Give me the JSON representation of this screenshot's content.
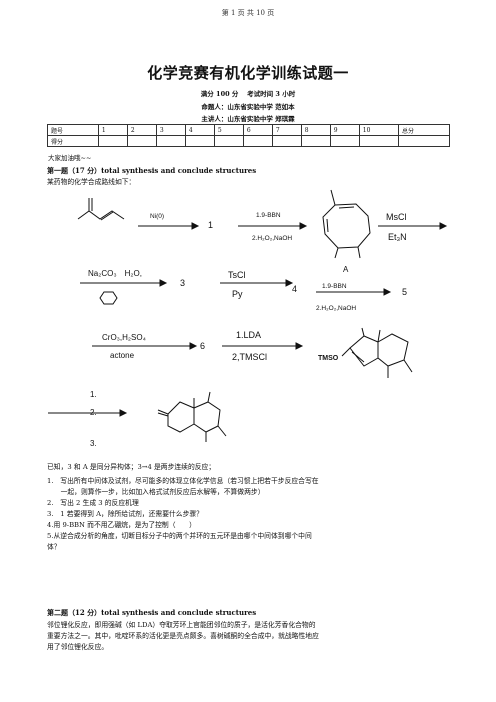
{
  "page_header": "第 1 页 共 10 页",
  "title": "化学竞赛有机化学训练试题一",
  "meta": {
    "score_time": "满分 100 分　 考试时间 3 小时",
    "author": "命题人：山东省实验中学 范如本",
    "lecturer": "主讲人：山东省实验中学 郑琪霖"
  },
  "score_table": {
    "row1": [
      "题号",
      "1",
      "2",
      "3",
      "4",
      "5",
      "6",
      "7",
      "8",
      "9",
      "10",
      "总分"
    ],
    "row2_label": "得分"
  },
  "cheer": "大家加油哦~~",
  "q1": {
    "heading": "第一题（17 分）total synthesis and conclude structures",
    "intro": "某药物的化学合成路线如下：",
    "reagents": {
      "r1": "Ni(0)",
      "n1": "1",
      "r2a": "1.9-BBN",
      "r2b": "2.H₂O₂,NaOH",
      "r3a": "MsCl",
      "r3b": "Et₃N",
      "labelA": "A",
      "r4": "Na₂CO₃　H₂O,",
      "n3": "3",
      "r5a": "TsCl",
      "r5b": "Py",
      "n4": "4",
      "r6a": "1.9-BBN",
      "r6b": "2.H₂O₂,NaOH",
      "n5": "5",
      "r7a": "CrO₃,H₂SO₄",
      "r7b": "actone",
      "n6": "6",
      "r8a": "1.LDA",
      "r8b": "2,TMSCl",
      "tmso": "TMSO",
      "step1": "1.",
      "step2": "2.",
      "step3": "3."
    },
    "given": "已知，3 和 A 是同分异构体；3→4 是两步连续的反应；",
    "items": [
      "1.　写出所有中间体及试剂，尽可能多的体现立体化学信息（若习惯上把若干步反应合写在",
      "　　一起，则算作一步，比如加入格式试剂反应后水解等，不算做两步）",
      "2.　写出 2 生成 3 的反应机理",
      "3.　1 若要得到 A，除所给试剂，还需要什么步骤？",
      "4.用 9-BBN 而不用乙硼烷，是为了控制（　　）",
      "5.从逆合成分析的角度，切断目标分子中的两个并环的五元环是由哪个中间体到哪个中间",
      "体？"
    ]
  },
  "q2": {
    "heading": "第二题（12 分）total synthesis and conclude structures",
    "para": [
      "邻位锂化反应，即用强碱（如 LDA）夺取芳环上官能团邻位的质子，是活化芳香化合物的",
      "重要方法之一。其中，吡啶环系的活化更是亮点颇多。喜树碱酮的全合成中，就战略性地应",
      "用了邻位锂化反应。"
    ]
  }
}
